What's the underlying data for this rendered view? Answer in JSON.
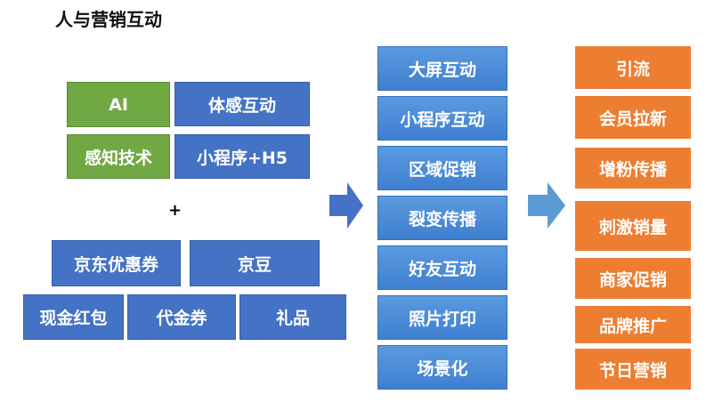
{
  "title": "人与营销互动",
  "tech": [
    "AI",
    "体感互动",
    "感知技术",
    "小程序+H5"
  ],
  "plus": "+",
  "incentives": [
    "京东优惠券",
    "京豆",
    "现金红包",
    "代金券",
    "礼品"
  ],
  "interactions": [
    "大屏互动",
    "小程序互动",
    "区域促销",
    "裂变传播",
    "好友互动",
    "照片打印",
    "场景化"
  ],
  "outcomes": [
    "引流",
    "会员拉新",
    "增粉传播",
    "刺激销量",
    "商家促销",
    "品牌推广",
    "节日营销"
  ],
  "colors": {
    "green": "#70a844",
    "blue": "#4472c4",
    "orange": "#ed7d31"
  }
}
